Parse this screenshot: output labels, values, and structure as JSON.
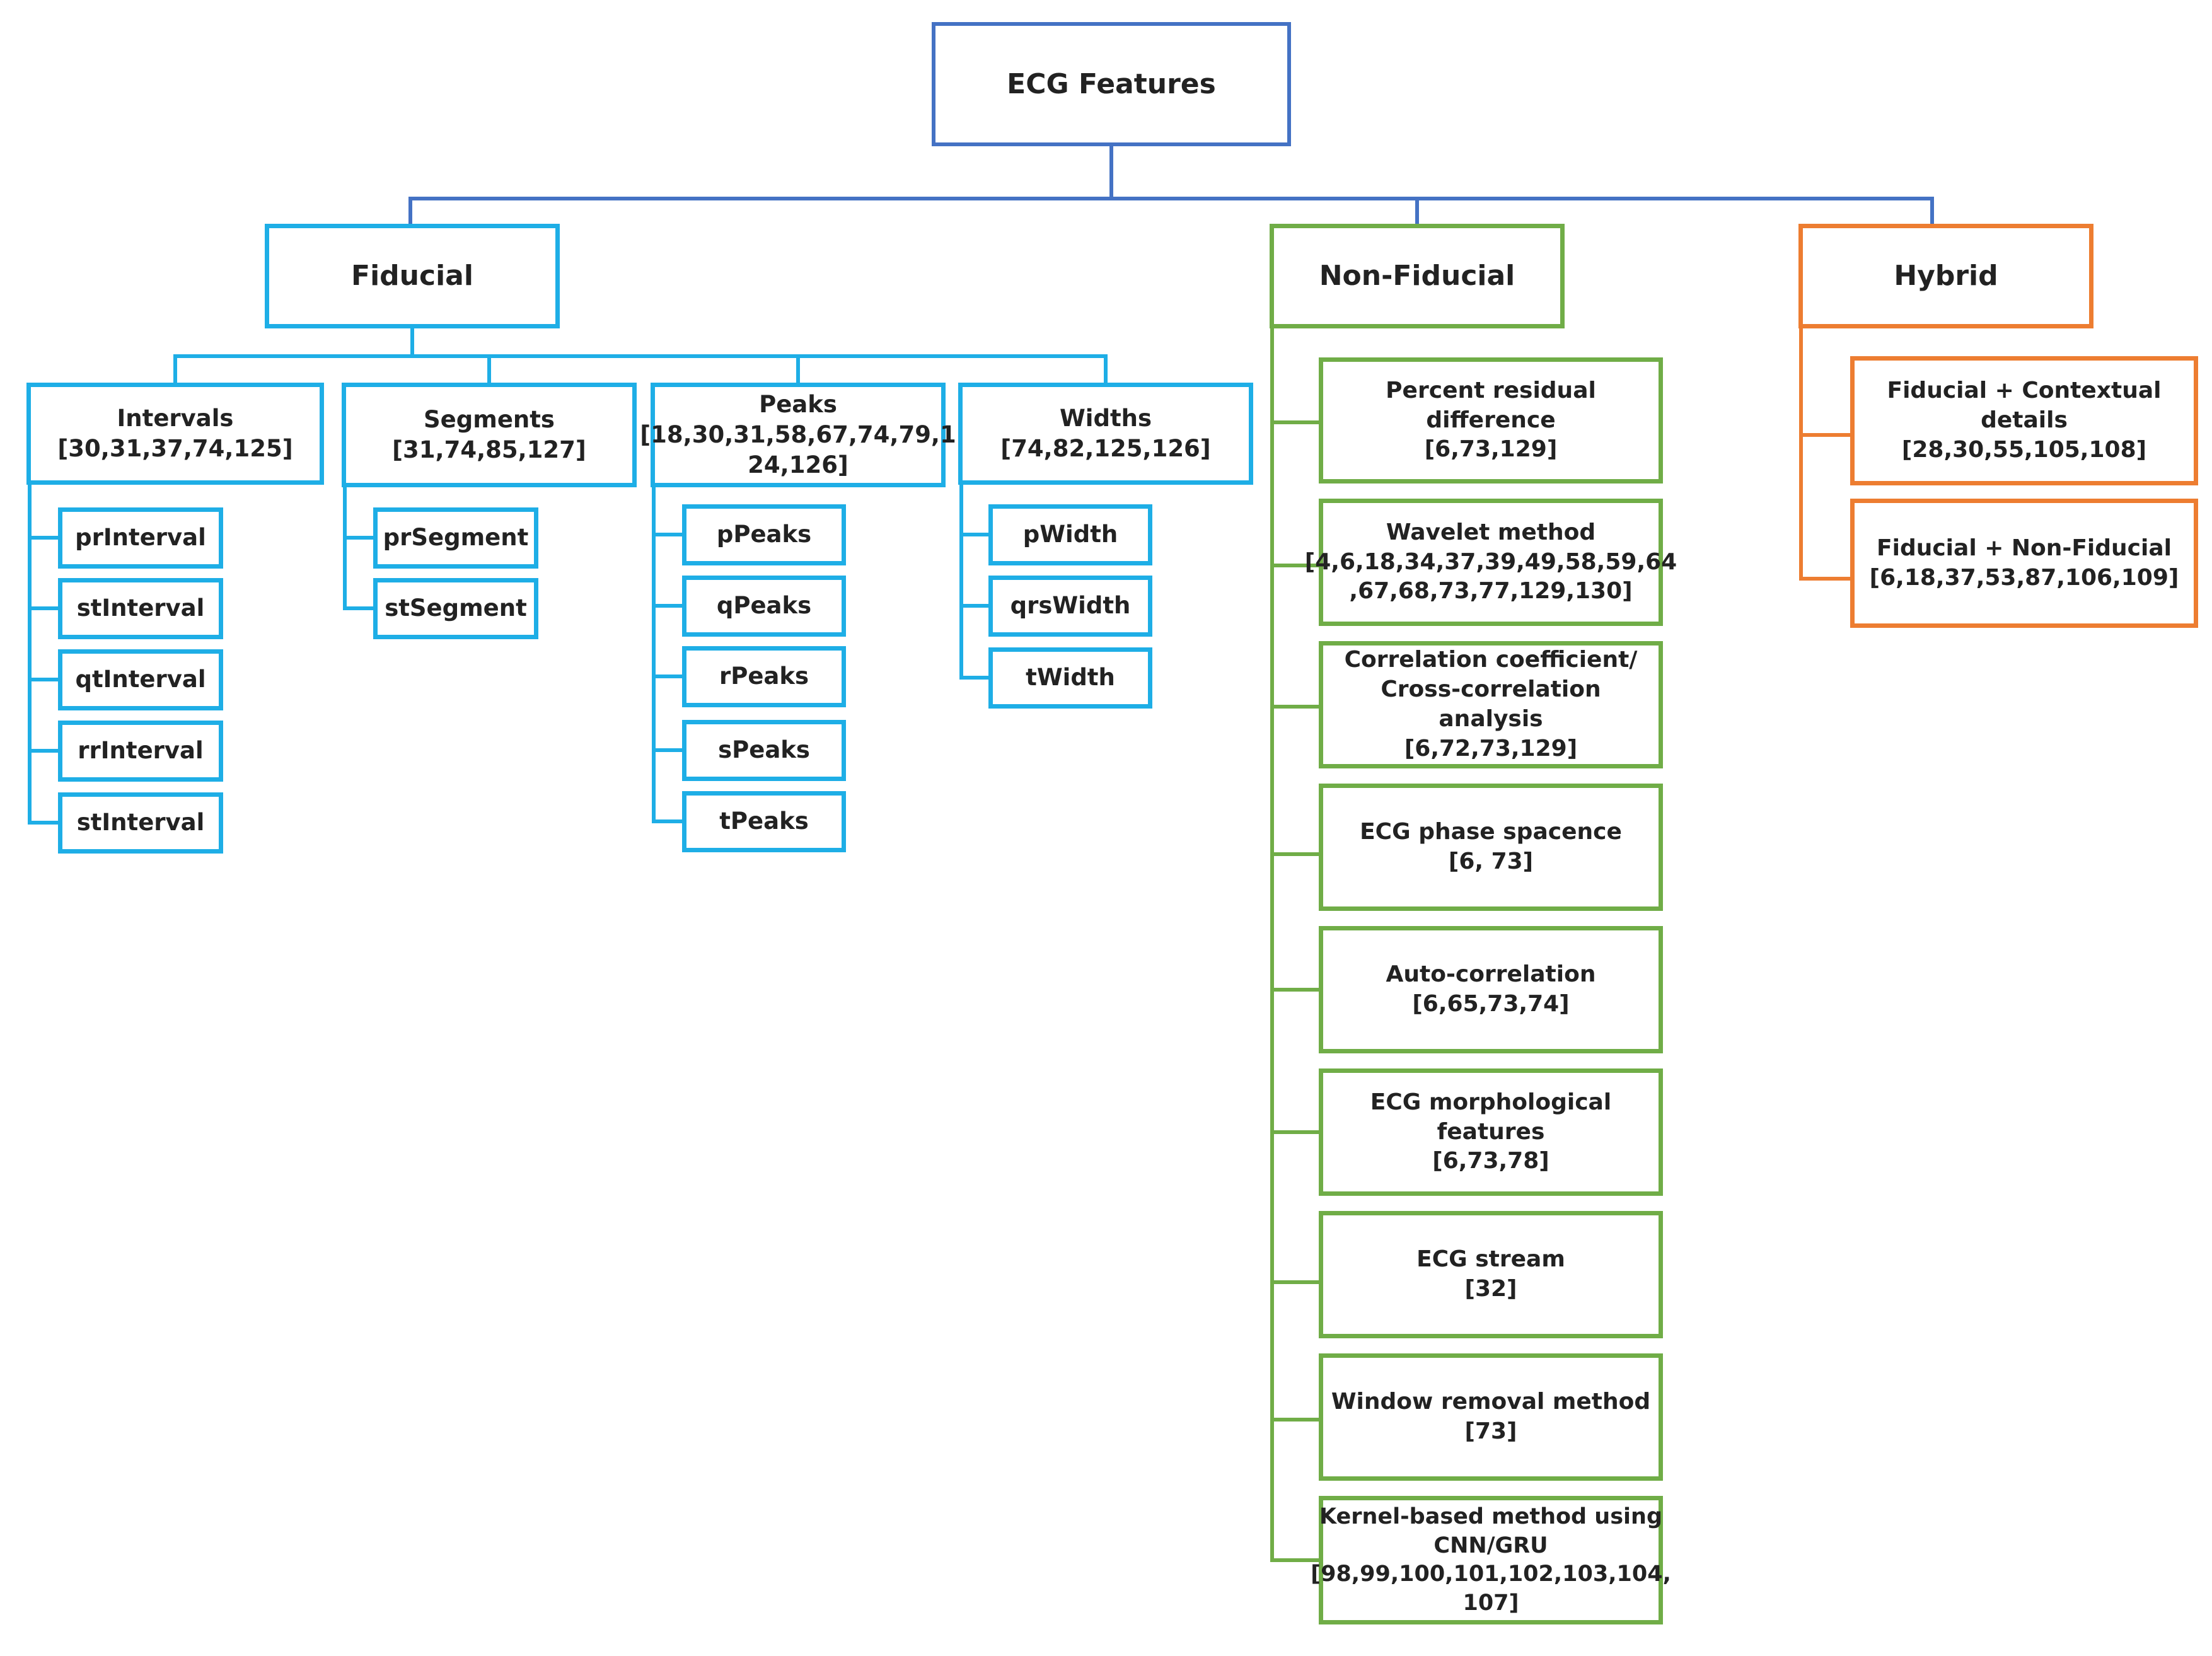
{
  "root": {
    "label": "ECG Features"
  },
  "fiducial": {
    "label": "Fiducial",
    "groups": [
      {
        "title": "Intervals",
        "refs": "[30,31,37,74,125]",
        "items": [
          "prInterval",
          "stInterval",
          "qtInterval",
          "rrInterval",
          "stInterval"
        ]
      },
      {
        "title": "Segments",
        "refs": "[31,74,85,127]",
        "items": [
          "prSegment",
          "stSegment"
        ]
      },
      {
        "title": "Peaks",
        "refs": "[18,30,31,58,67,74,79,1\n24,126]",
        "items": [
          "pPeaks",
          "qPeaks",
          "rPeaks",
          "sPeaks",
          "tPeaks"
        ]
      },
      {
        "title": "Widths",
        "refs": "[74,82,125,126]",
        "items": [
          "pWidth",
          "qrsWidth",
          "tWidth"
        ]
      }
    ]
  },
  "non_fiducial": {
    "label": "Non-Fiducial",
    "items": [
      {
        "text": "Percent residual difference\n[6,73,129]"
      },
      {
        "text": "Wavelet method\n[4,6,18,34,37,39,49,58,59,64\n,67,68,73,77,129,130]"
      },
      {
        "text": "Correlation coefficient/\nCross-correlation analysis\n[6,72,73,129]"
      },
      {
        "text": "ECG phase spacence\n[6, 73]"
      },
      {
        "text": "Auto-correlation\n[6,65,73,74]"
      },
      {
        "text": "ECG morphological features\n[6,73,78]"
      },
      {
        "text": "ECG stream\n[32]"
      },
      {
        "text": "Window removal method\n[73]"
      },
      {
        "text": "Kernel-based method using\nCNN/GRU\n[98,99,100,101,102,103,104,\n107]"
      }
    ]
  },
  "hybrid": {
    "label": "Hybrid",
    "items": [
      {
        "text": "Fiducial + Contextual details\n[28,30,55,105,108]"
      },
      {
        "text": "Fiducial + Non-Fiducial\n[6,18,37,53,87,106,109]"
      }
    ]
  },
  "colors": {
    "root": "#4472c4",
    "fiducial": "#1eaee6",
    "non_fiducial": "#70ad47",
    "hybrid": "#ed7d31"
  }
}
